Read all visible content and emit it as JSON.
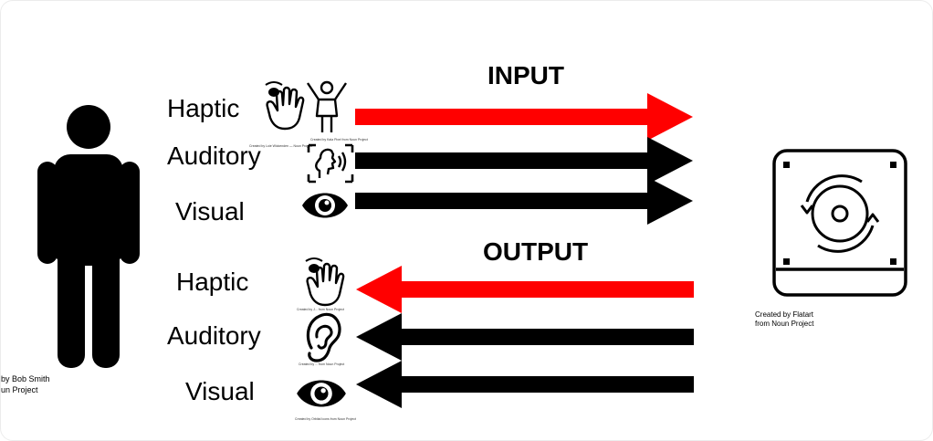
{
  "diagram": {
    "input_header": "INPUT",
    "output_header": "OUTPUT",
    "input_modalities": [
      {
        "label": "Haptic",
        "color": "#ff0000",
        "icons": [
          "tap-hand-icon",
          "cheering-person-icon"
        ]
      },
      {
        "label": "Auditory",
        "color": "#000000",
        "icons": [
          "voice-recognition-icon"
        ]
      },
      {
        "label": "Visual",
        "color": "#000000",
        "icons": [
          "eye-icon"
        ]
      }
    ],
    "output_modalities": [
      {
        "label": "Haptic",
        "color": "#ff0000",
        "icons": [
          "tap-hand-icon"
        ]
      },
      {
        "label": "Auditory",
        "color": "#000000",
        "icons": [
          "ear-icon"
        ]
      },
      {
        "label": "Visual",
        "color": "#000000",
        "icons": [
          "eye-icon"
        ]
      }
    ],
    "human_figure": {
      "icon": "person-icon",
      "credit_line1": "by Bob Smith",
      "credit_line2": "un Project"
    },
    "device": {
      "icon": "device-sync-icon",
      "credit_line1": "Created by Flatart",
      "credit_line2": "from Noun Project"
    },
    "small_credits": {
      "tap_input": "Created by Loie Wickenden — Noun Project",
      "cheer": "Created by Kala Pixel from Noun Project",
      "tap_output": "Created by J... from Noun Project",
      "ear": "Created by ... from Noun Project",
      "eye_output": "Created by Orbital Icons from Noun Project"
    }
  }
}
